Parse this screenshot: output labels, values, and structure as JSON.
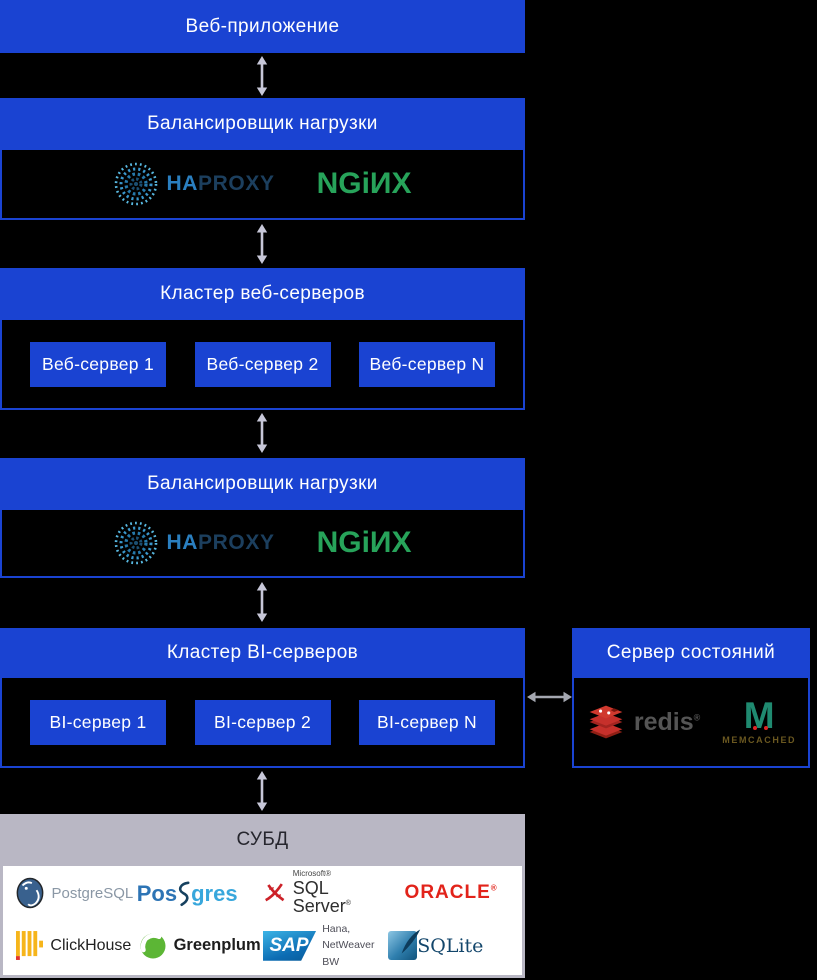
{
  "colors": {
    "accent_blue": "#1a43d2",
    "background": "#000000",
    "arrow_vertical": "#c7c7d8",
    "arrow_horizontal": "#a4a7b0",
    "dbms_header_bg": "#b9b7c4",
    "dbms_header_text": "#26262e",
    "nginx_green": "#27a35a",
    "haproxy_navy": "#1c3f5e",
    "redis_red": "#c6302b",
    "oracle_red": "#e2231a",
    "memcached_teal": "#1f8a70"
  },
  "web_app": {
    "title": "Веб-приложение"
  },
  "load_balancer_top": {
    "title": "Балансировщик нагрузки"
  },
  "load_balancer_bottom": {
    "title": "Балансировщик нагрузки"
  },
  "web_cluster": {
    "title": "Кластер веб-серверов",
    "servers": [
      "Веб-сервер 1",
      "Веб-сервер 2",
      "Веб-сервер N"
    ]
  },
  "bi_cluster": {
    "title": "Кластер BI-серверов",
    "servers": [
      "BI-сервер 1",
      "BI-сервер 2",
      "BI-сервер N"
    ]
  },
  "state_server": {
    "title": "Сервер состояний"
  },
  "dbms": {
    "title": "СУБД"
  },
  "logos": {
    "haproxy": {
      "ha": "HA",
      "proxy": "PROXY"
    },
    "nginx": {
      "wordmark": "NGiИX"
    },
    "redis": {
      "wordmark": "redis",
      "reg": "®"
    },
    "memcached": {
      "letter": "M",
      "wordmark": "MEMCACHED"
    },
    "postgresql": {
      "wordmark": "PostgreSQL"
    },
    "postgres_pro": {
      "part1": "Pos",
      "part2": "gres"
    },
    "sql_server": {
      "brand": "Microsoft",
      "brand_reg": "®",
      "wordmark": "SQL Server",
      "reg": "®"
    },
    "oracle": {
      "wordmark": "ORACLE",
      "reg": "®"
    },
    "clickhouse": {
      "wordmark": "ClickHouse"
    },
    "greenplum": {
      "wordmark": "Greenplum"
    },
    "sap": {
      "wordmark": "SAP",
      "caption1": "Hana,",
      "caption2": "NetWeaver BW"
    },
    "sqlite": {
      "wordmark": "SQLite"
    }
  }
}
